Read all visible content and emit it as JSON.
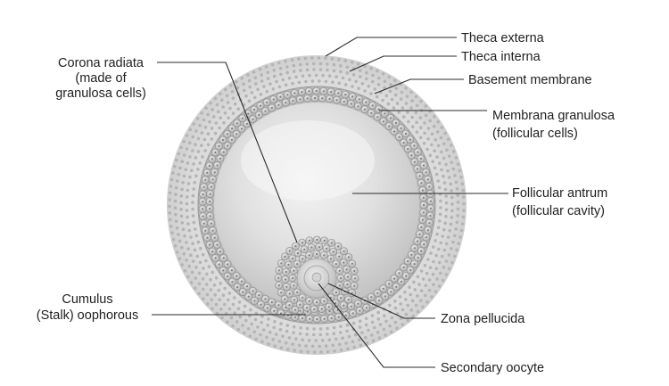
{
  "labels": {
    "theca_externa": "Theca externa",
    "theca_interna": "Theca interna",
    "basement_membrane": "Basement membrane",
    "membrana_granulosa_1": "Membrana granulosa",
    "membrana_granulosa_2": "(follicular cells)",
    "follicular_antrum_1": "Follicular antrum",
    "follicular_antrum_2": "(follicular cavity)",
    "corona_radiata_1": "Corona radiata",
    "corona_radiata_2": "(made of",
    "corona_radiata_3": "granulosa cells)",
    "cumulus_1": "Cumulus",
    "cumulus_2": "(Stalk) oophorous",
    "zona_pellucida": "Zona pellucida",
    "secondary_oocyte": "Secondary oocyte"
  },
  "colors": {
    "theca_fill": "#dcdcdc",
    "theca_dot": "#b4b4b4",
    "granulosa_cell": "#c6c6c6",
    "granulosa_outline": "#8a8a8a",
    "antrum_light": "#f3f3f3",
    "antrum_dark": "#c9c9c9",
    "leader_line": "#2a2a2a"
  }
}
